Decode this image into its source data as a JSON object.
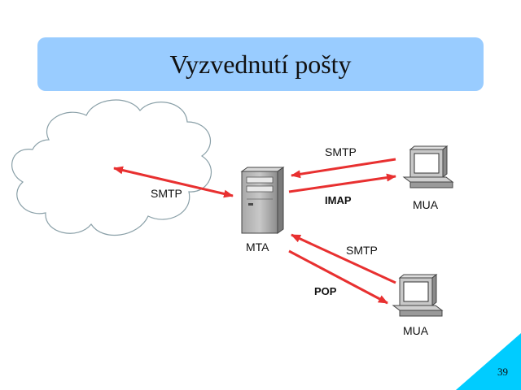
{
  "slide": {
    "title": "Vyzvednutí pošty",
    "page_number": "39"
  },
  "diagram": {
    "nodes": {
      "mta": "MTA",
      "mua_top": "MUA",
      "mua_bottom": "MUA"
    },
    "edge_labels": {
      "cloud_smtp": "SMTP",
      "top_smtp": "SMTP",
      "top_imap": "IMAP",
      "bottom_smtp": "SMTP",
      "bottom_pop": "POP"
    }
  },
  "colors": {
    "title_bg": "#99ccff",
    "arrow": "#e83030",
    "cloud_stroke": "#8aa0a8",
    "corner": "#00ccff"
  }
}
